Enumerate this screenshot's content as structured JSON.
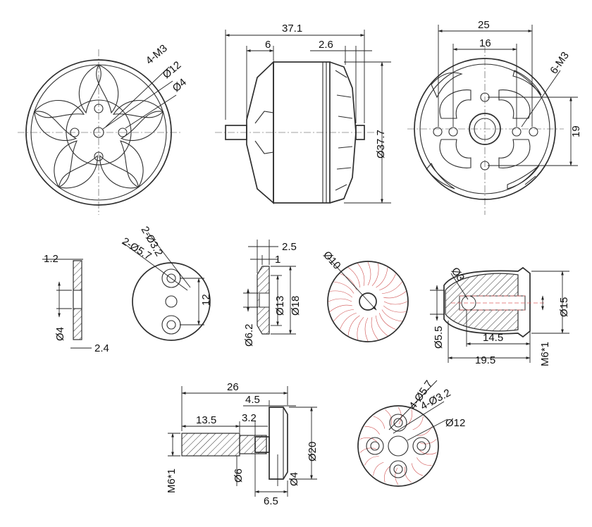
{
  "views": {
    "front": {
      "m_holes": "4-M3",
      "d12": "Ø12",
      "d4": "Ø4"
    },
    "side": {
      "length": "37.1",
      "left": "6",
      "right": "2.6",
      "dia": "Ø37.7"
    },
    "back": {
      "outer": "25",
      "inner": "16",
      "m_holes": "6-M3",
      "height": "19"
    }
  },
  "parts": {
    "washer": {
      "thick": "1.2",
      "dia": "Ø4",
      "width": "2.4"
    },
    "plate": {
      "holes_a": "2-Ø3.2",
      "holes_b": "2-Ø5.7",
      "spacing": "12"
    },
    "cup": {
      "a": "2.5",
      "b": "1",
      "d13": "Ø13",
      "d18": "Ø18",
      "d62": "Ø6.2"
    },
    "disc": {
      "dia": "Ø10"
    },
    "nut": {
      "d3": "Ø3",
      "d55": "Ø5.5",
      "len1": "14.5",
      "len2": "19.5",
      "d15": "Ø15",
      "thread": "M6*1"
    },
    "shaft": {
      "len": "26",
      "flange": "4.5",
      "seg1": "13.5",
      "seg2": "3.2",
      "d20": "Ø20",
      "thread": "M6*1",
      "d6": "Ø6",
      "d4": "Ø4",
      "w": "6.5"
    },
    "mount": {
      "h1": "4-Ø5.7",
      "h2": "4-Ø3.2",
      "dia": "Ø12"
    }
  }
}
